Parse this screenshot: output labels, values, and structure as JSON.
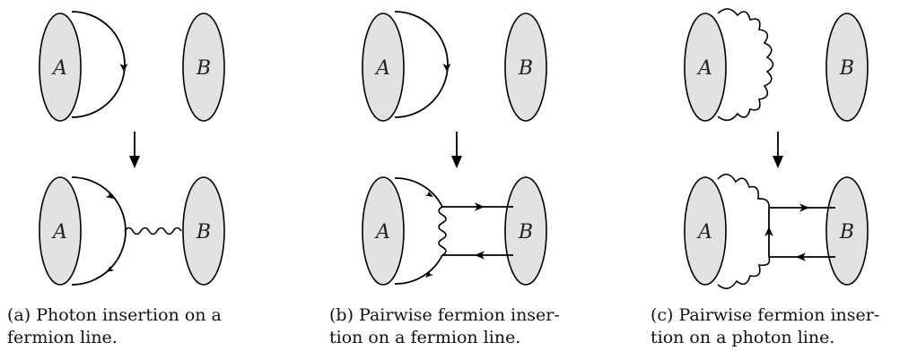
{
  "blob_labels": {
    "a": "A",
    "b": "B"
  },
  "panels": [
    {
      "caption_lines": [
        "(a) Photon insertion on a",
        "fermion line."
      ]
    },
    {
      "caption_lines": [
        "(b) Pairwise fermion inser-",
        "tion on a fermion line."
      ]
    },
    {
      "caption_lines": [
        "(c) Pairwise fermion inser-",
        "tion on a photon line."
      ]
    }
  ],
  "colors": {
    "blob_fill": "#e2e2e2",
    "stroke": "#000000"
  }
}
